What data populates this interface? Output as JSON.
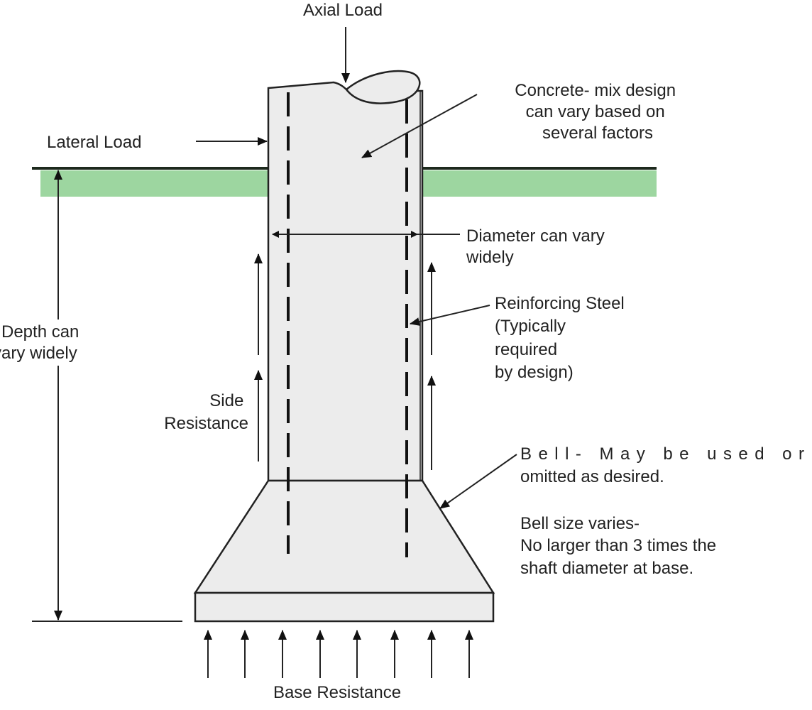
{
  "labels": {
    "axial_load": "Axial Load",
    "lateral_load": "Lateral Load",
    "concrete": [
      "Concrete- mix design",
      "can vary based on",
      "several factors"
    ],
    "diameter": [
      "Diameter can vary",
      "widely"
    ],
    "reinforcing": [
      "Reinforcing Steel",
      "(Typically",
      "required",
      "by design)"
    ],
    "depth": [
      "Depth can",
      "vary widely"
    ],
    "side_resistance": [
      "Side",
      "Resistance"
    ],
    "bell": [
      "Bell- May be used or",
      "omitted as desired."
    ],
    "bell_size": [
      "Bell size varies-",
      "No larger than 3 times the",
      "shaft diameter at base."
    ],
    "base_resistance": "Base Resistance"
  },
  "colors": {
    "ground": "#9dd6a0",
    "ground_line": "#1d2a1d",
    "concrete": "#ececec",
    "line": "#222222"
  }
}
